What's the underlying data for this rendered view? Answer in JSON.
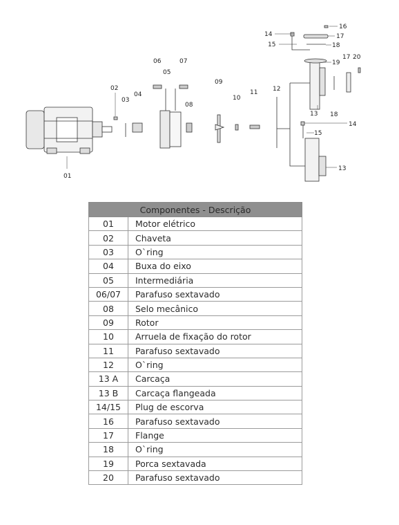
{
  "diagram": {
    "labels": {
      "l01": "01",
      "l02": "02",
      "l03": "03",
      "l04": "04",
      "l05": "05",
      "l06": "06",
      "l07": "07",
      "l08": "08",
      "l09": "09",
      "l10": "10",
      "l11": "11",
      "l12": "12",
      "l13a": "13",
      "l13b": "13",
      "l14a": "14",
      "l14b": "14",
      "l15a": "15",
      "l15b": "15",
      "l16": "16",
      "l17a": "17",
      "l17b": "17",
      "l18a": "18",
      "l18b": "18",
      "l19": "19",
      "l20": "20"
    }
  },
  "table": {
    "header": "Componentes - Descrição",
    "rows": [
      {
        "code": "01",
        "desc": "Motor elétrico"
      },
      {
        "code": "02",
        "desc": "Chaveta"
      },
      {
        "code": "03",
        "desc": "O`ring"
      },
      {
        "code": "04",
        "desc": "Buxa do eixo"
      },
      {
        "code": "05",
        "desc": "Intermediária"
      },
      {
        "code": "06/07",
        "desc": "Parafuso sextavado"
      },
      {
        "code": "08",
        "desc": "Selo mecânico"
      },
      {
        "code": "09",
        "desc": "Rotor"
      },
      {
        "code": "10",
        "desc": "Arruela de fixação do rotor"
      },
      {
        "code": "11",
        "desc": "Parafuso sextavado"
      },
      {
        "code": "12",
        "desc": "O`ring"
      },
      {
        "code": "13 A",
        "desc": "Carcaça"
      },
      {
        "code": "13 B",
        "desc": "Carcaça flangeada"
      },
      {
        "code": "14/15",
        "desc": "Plug de escorva"
      },
      {
        "code": "16",
        "desc": "Parafuso sextavado"
      },
      {
        "code": "17",
        "desc": "Flange"
      },
      {
        "code": "18",
        "desc": "O`ring"
      },
      {
        "code": "19",
        "desc": "Porca sextavada"
      },
      {
        "code": "20",
        "desc": "Parafuso sextavado"
      }
    ]
  }
}
